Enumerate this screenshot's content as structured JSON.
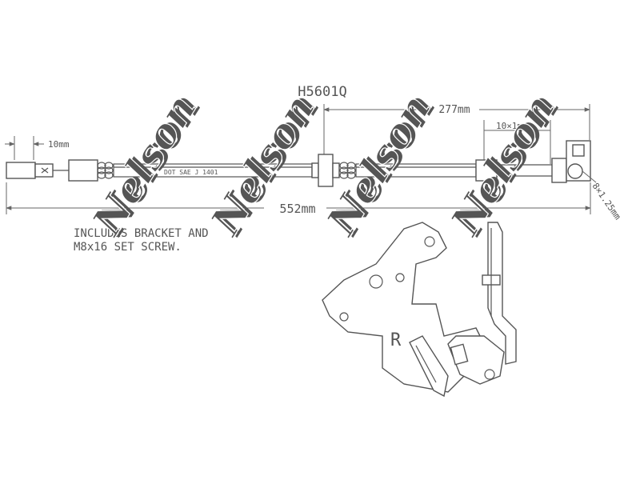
{
  "drawing": {
    "part_number": "H5601Q",
    "dimensions": {
      "fitting_length": "10mm",
      "hose_section": "277mm",
      "thread_pitch": "10×1mm",
      "total_length": "552mm",
      "bolt_thread": "8×1.25mm"
    },
    "hose_marking": "DOT SAE J 1401",
    "bracket_mark": "R",
    "note_lines": [
      "INCLUDES BRACKET AND",
      "M8x16 SET SCREW."
    ]
  },
  "watermark": {
    "text": "Nelson",
    "fill_color": "#c77be0",
    "shadow_color": "#5a1f73"
  }
}
